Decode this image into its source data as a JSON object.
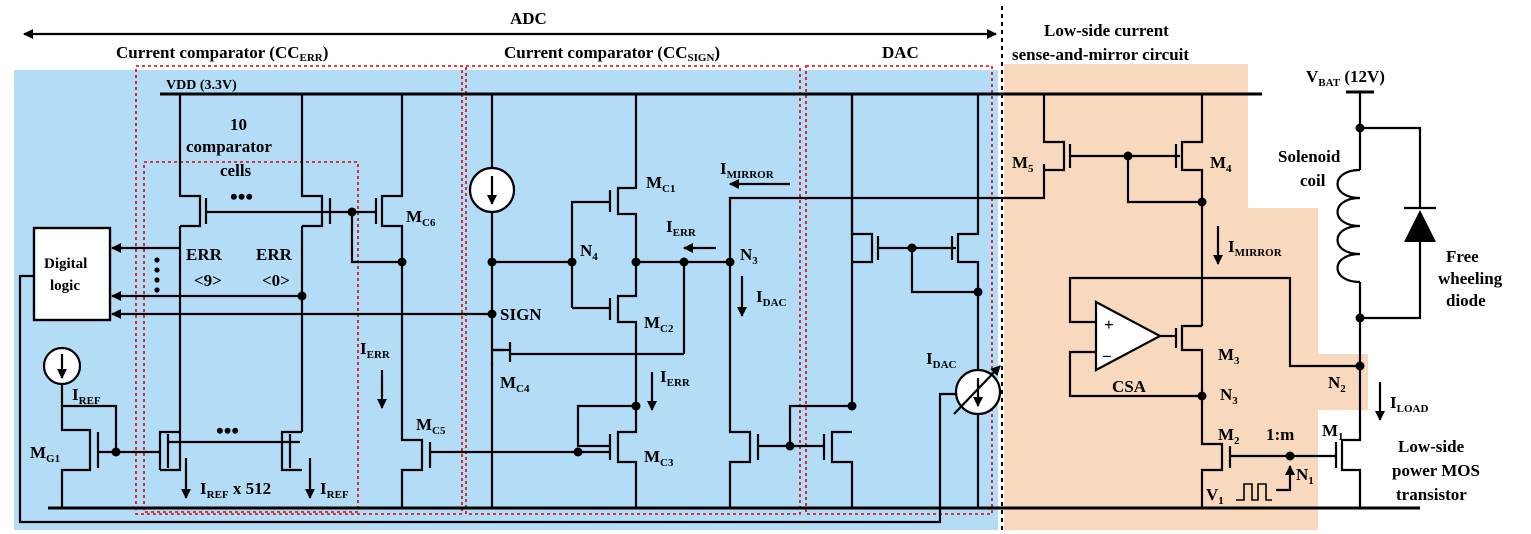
{
  "titles": {
    "adc": "ADC",
    "cc_err_main": "Current comparator (CC",
    "cc_err_sub": "ERR",
    "cc_err_close": ")",
    "cc_sign_main": "Current comparator (CC",
    "cc_sign_sub": "SIGN",
    "cc_sign_close": ")",
    "dac": "DAC",
    "low_side_line1": "Low-side current",
    "low_side_line2": "sense-and-mirror circuit"
  },
  "labels": {
    "vdd": "VDD (3.3V)",
    "vbat_main": "V",
    "vbat_sub": "BAT",
    "vbat_val": " (12V)",
    "ten": "10",
    "comparator": "comparator",
    "cells": "cells",
    "ellipsis": "•••",
    "digital1": "Digital",
    "digital2": "logic",
    "err": "ERR",
    "err9": "<9>",
    "err0": "<0>",
    "sign": "SIGN",
    "n4": "N",
    "n4_sub": "4",
    "n3": "N",
    "n3_sub": "3",
    "n2": "N",
    "n2_sub": "2",
    "n1": "N",
    "n1_sub": "1",
    "i": "I",
    "err_sub": "ERR",
    "dac_sub": "DAC",
    "mirror_sub": "MIRROR",
    "ref_sub": "REF",
    "load_sub": "LOAD",
    "iref512_sub": "REF",
    "iref512_tail": " x 512",
    "m": "M",
    "mc1": "C1",
    "mc2": "C2",
    "mc3": "C3",
    "mc4": "C4",
    "mc5": "C5",
    "mc6": "C6",
    "mg1": "G1",
    "m1": "1",
    "m2": "2",
    "m3": "3",
    "m4": "4",
    "m5": "5",
    "ratio": "1:m",
    "v1": "V",
    "v1_sub": "1",
    "csa": "CSA",
    "plus": "+",
    "minus": "−",
    "solenoid1": "Solenoid",
    "solenoid2": "coil",
    "free1": "Free",
    "free2": "wheeling",
    "free3": "diode",
    "lowpower1": "Low-side",
    "lowpower2": "power MOS",
    "lowpower3": "transistor"
  },
  "colors": {
    "adc_region": "#b3dcf7",
    "sense_region": "#f8d9bd",
    "dashed_box": "#e00000",
    "wire": "#000000"
  }
}
